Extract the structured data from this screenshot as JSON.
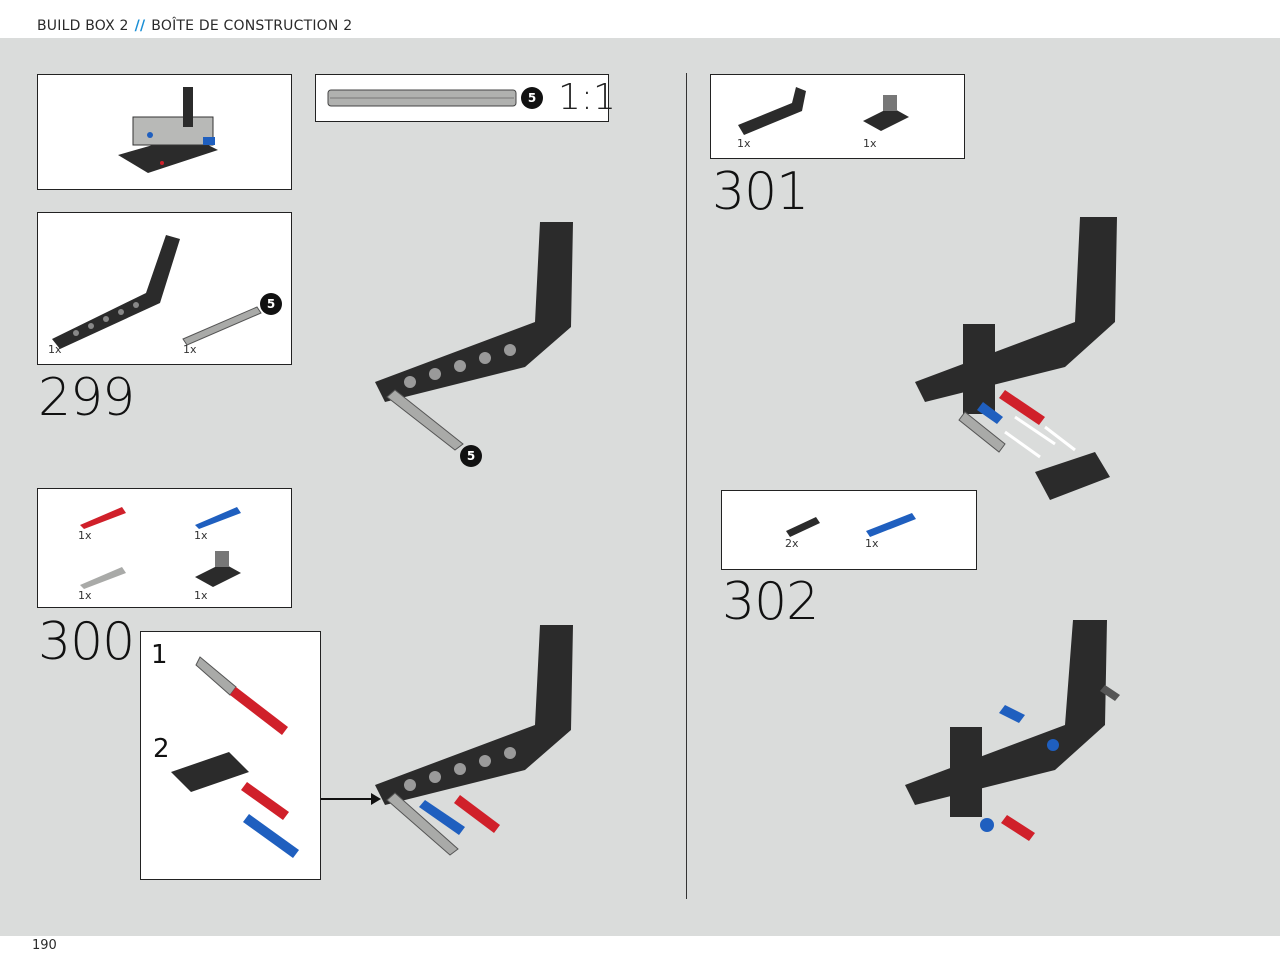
{
  "header": {
    "title_en": "BUILD BOX 2",
    "separator": "//",
    "title_fr": "BOÎTE DE CONSTRUCTION 2"
  },
  "footer": {
    "page_number": "190"
  },
  "axle_callout": {
    "badge": "5",
    "scale": "1:1"
  },
  "step299": {
    "number": "299",
    "parts": [
      {
        "qty": "1x",
        "part": "beam-bent-icon"
      },
      {
        "qty": "1x",
        "part": "axle-5-icon",
        "badge": "5"
      }
    ],
    "assembly_badge": "5"
  },
  "step300": {
    "number": "300",
    "parts": [
      {
        "qty": "1x",
        "part": "pin-red-icon"
      },
      {
        "qty": "1x",
        "part": "pin-blue-icon"
      },
      {
        "qty": "1x",
        "part": "axle-pin-grey-icon"
      },
      {
        "qty": "1x",
        "part": "connector-block-icon"
      }
    ],
    "substeps": [
      "1",
      "2"
    ]
  },
  "step301": {
    "number": "301",
    "parts": [
      {
        "qty": "1x",
        "part": "beam-l-icon"
      },
      {
        "qty": "1x",
        "part": "connector-block-icon"
      }
    ]
  },
  "step302": {
    "number": "302",
    "parts": [
      {
        "qty": "2x",
        "part": "connector-black-icon"
      },
      {
        "qty": "1x",
        "part": "pin-blue-long-icon"
      }
    ]
  },
  "colors": {
    "accent": "#1a8fd6",
    "panel": "#dadcdb",
    "brick_dark": "#2b2b2b",
    "brick_red": "#d0202a",
    "brick_blue": "#1f5fbf",
    "brick_grey": "#a9aaa8"
  }
}
